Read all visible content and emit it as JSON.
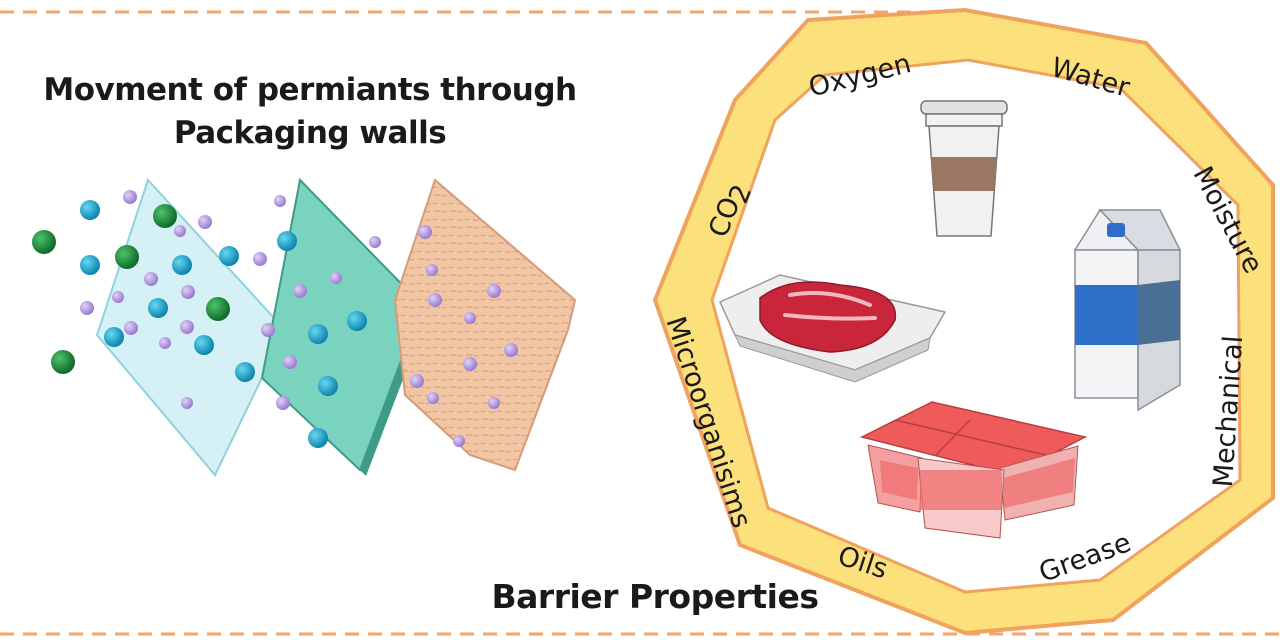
{
  "heading": {
    "line1": "Movment of permiants through",
    "line2": "Packaging walls"
  },
  "footer_title": "Barrier Properties",
  "barrier_ring": {
    "labels": {
      "oxygen": "Oxygen",
      "water": "Water",
      "moisture": "Moisture",
      "mechanical": "Mechanical",
      "grease": "Grease",
      "oils": "Oils",
      "microorganisms": "Microorganisims",
      "co2_main": "CO",
      "co2_sub": "2"
    }
  },
  "colors": {
    "dash_border": "#f3a56b",
    "ring_fill": "#fbe07c",
    "ring_stroke": "#f0a35e",
    "glass_panel": "#cfeef3",
    "teal_panel": "#79d3bf",
    "foam_panel": "#f1c6a4",
    "molecule_green": "#1c8a3a",
    "molecule_blue": "#1aa7cf",
    "molecule_purple": "#b79be0"
  },
  "icons": [
    "coffee-cup-icon",
    "milk-carton-icon",
    "meat-tray-icon",
    "yogurt-cups-icon"
  ]
}
